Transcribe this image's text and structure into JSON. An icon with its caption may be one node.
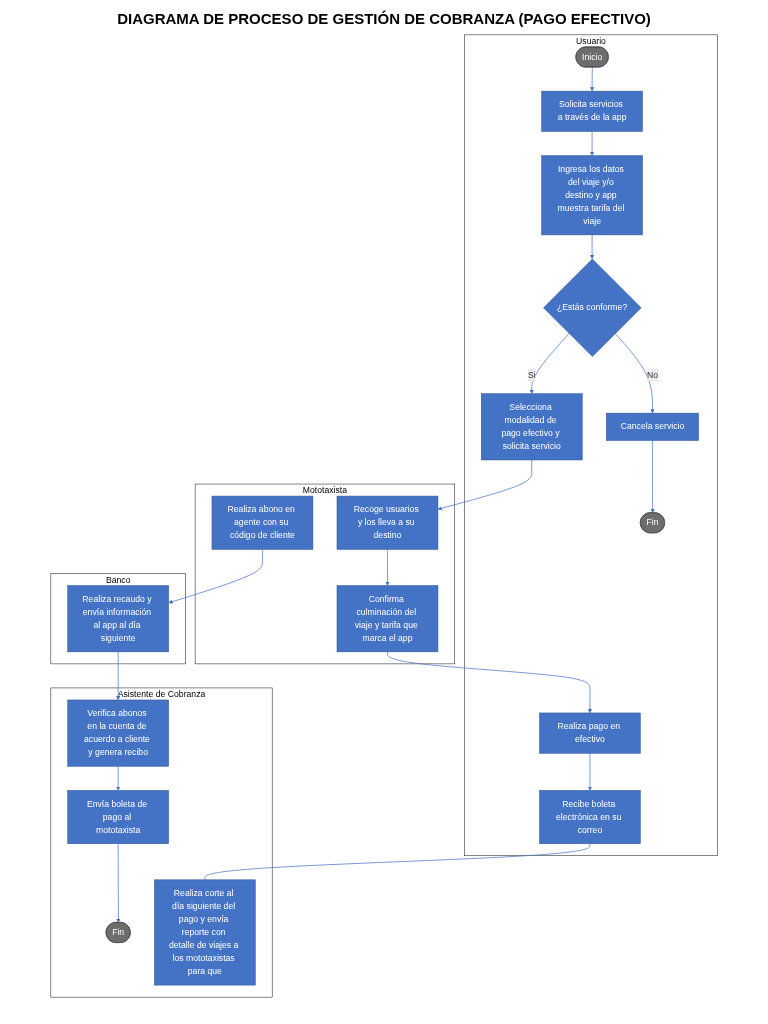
{
  "diagram": {
    "title": "DIAGRAMA DE PROCESO DE GESTIÓN DE COBRANZA (PAGO EFECTIVO)",
    "nodes": [
      {
        "text": [
          "Usuario"
        ]
      },
      {
        "text": [
          "Mototaxista"
        ]
      },
      {
        "text": [
          "Asistente de Cobranza"
        ]
      },
      {
        "text": [
          "Banco"
        ]
      },
      {
        "text": [
          "Inicio"
        ],
        "in": 0
      },
      {
        "text": [
          "Solicita servicios a través de la app"
        ],
        "in": 0
      },
      {
        "text": [
          "Ingresa los datos del viaje y/o destino y app muestra tarifa del viaje"
        ],
        "in": 0
      },
      {
        "text": [
          "¿Estás conforme?"
        ],
        "in": 0
      },
      {
        "text": [
          "Selecciona modalidad de pago efectivo y solicita servicio"
        ],
        "in": 0
      },
      {
        "text": [
          "Cancela servicio"
        ],
        "in": 0
      },
      {
        "text": [
          "Fin"
        ],
        "in": 0
      },
      {
        "text": [
          "Realiza pago en efectivo"
        ],
        "in": 0
      },
      {
        "text": [
          "Recibe boleta electrónica en su correo"
        ],
        "in": 0
      },
      {
        "text": [
          "Recoge usuarios y los lleva a su destino"
        ],
        "in": 1
      },
      {
        "text": [
          "Confirma culminación del viaje y tarifa que marca el app"
        ],
        "in": 1
      },
      {
        "text": [
          "Realiza abono en agente con su código de cliente"
        ],
        "in": 1
      },
      {
        "text": [
          "Fin"
        ],
        "in": 2
      },
      {
        "text": [
          "Envía boleta de pago al mototaxista"
        ],
        "in": 2
      },
      {
        "text": [
          "Verifica abonos en la cuenta de acuerdo a cliente y genera recibo"
        ],
        "in": 2
      },
      {
        "text": [
          "Realiza corte al día siguiente del pago y envía reporte con detalle de viajes a los mototaxistas para que"
        ],
        "in": 2
      },
      {
        "text": [
          "Realiza recaudo y envía información al app al día siguiente"
        ],
        "in": 3
      }
    ],
    "edges": [
      {
        "from": 4,
        "to": 5,
        "arrow": "to"
      },
      {
        "from": 5,
        "to": 6,
        "arrow": "to"
      },
      {
        "from": 6,
        "to": 7,
        "arrow": "to"
      },
      {
        "from": 7,
        "to": 8,
        "arrow": "to",
        "label": "Si"
      },
      {
        "from": 7,
        "to": 9,
        "arrow": "to",
        "label": "No"
      },
      {
        "from": 9,
        "to": 10,
        "arrow": "to"
      },
      {
        "from": 8,
        "to": 13,
        "arrow": "to"
      },
      {
        "from": 13,
        "to": 14,
        "arrow": "to"
      },
      {
        "from": 14,
        "to": 11,
        "arrow": "to"
      },
      {
        "from": 11,
        "to": 12,
        "arrow": "to"
      },
      {
        "from": 12,
        "to": 19,
        "arrow": "none"
      },
      {
        "from": 15,
        "to": 20,
        "arrow": "to"
      },
      {
        "from": 20,
        "to": 18,
        "arrow": "to"
      },
      {
        "from": 18,
        "to": 17,
        "arrow": "to"
      },
      {
        "from": 17,
        "to": 16,
        "arrow": "to"
      }
    ]
  }
}
